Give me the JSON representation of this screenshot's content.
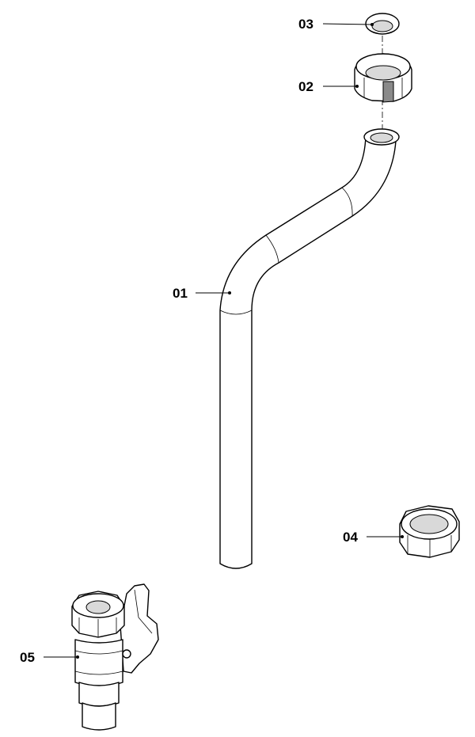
{
  "callouts": [
    {
      "id": "01",
      "label": "01"
    },
    {
      "id": "02",
      "label": "02"
    },
    {
      "id": "03",
      "label": "03"
    },
    {
      "id": "04",
      "label": "04"
    },
    {
      "id": "05",
      "label": "05"
    }
  ],
  "colors": {
    "line": "#000000",
    "background": "#ffffff",
    "shade": "#d9d9d9"
  }
}
